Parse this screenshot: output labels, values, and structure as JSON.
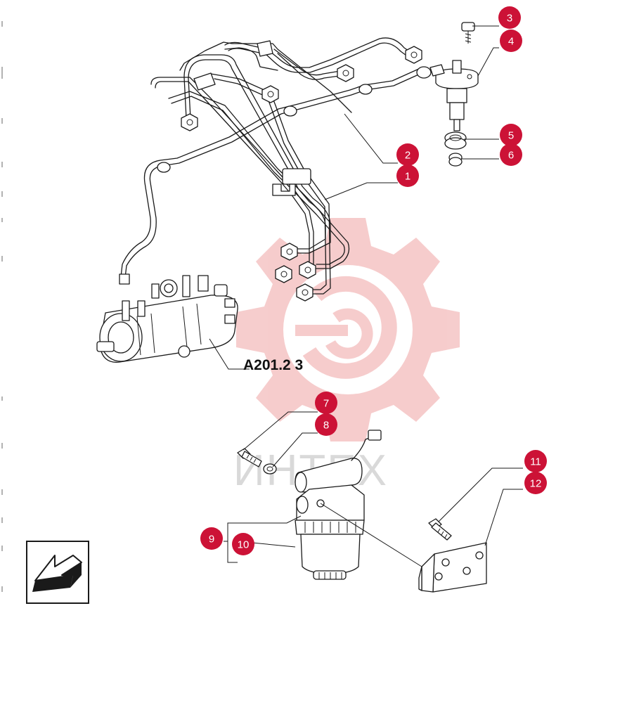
{
  "diagram": {
    "reference_label": "A201.2  3",
    "watermark_text": "ИНТЕХ",
    "watermark_color": "#f5c4c4",
    "badge_color": "#cc1236",
    "callouts": [
      {
        "id": "c1",
        "label": "1"
      },
      {
        "id": "c2",
        "label": "2"
      },
      {
        "id": "c3",
        "label": "3"
      },
      {
        "id": "c4",
        "label": "4"
      },
      {
        "id": "c5",
        "label": "5"
      },
      {
        "id": "c6",
        "label": "6"
      },
      {
        "id": "c7",
        "label": "7"
      },
      {
        "id": "c8",
        "label": "8"
      },
      {
        "id": "c9",
        "label": "9"
      },
      {
        "id": "c10",
        "label": "10"
      },
      {
        "id": "c11",
        "label": "11"
      },
      {
        "id": "c12",
        "label": "12"
      }
    ],
    "nav_icon": "arrow-back-icon"
  }
}
